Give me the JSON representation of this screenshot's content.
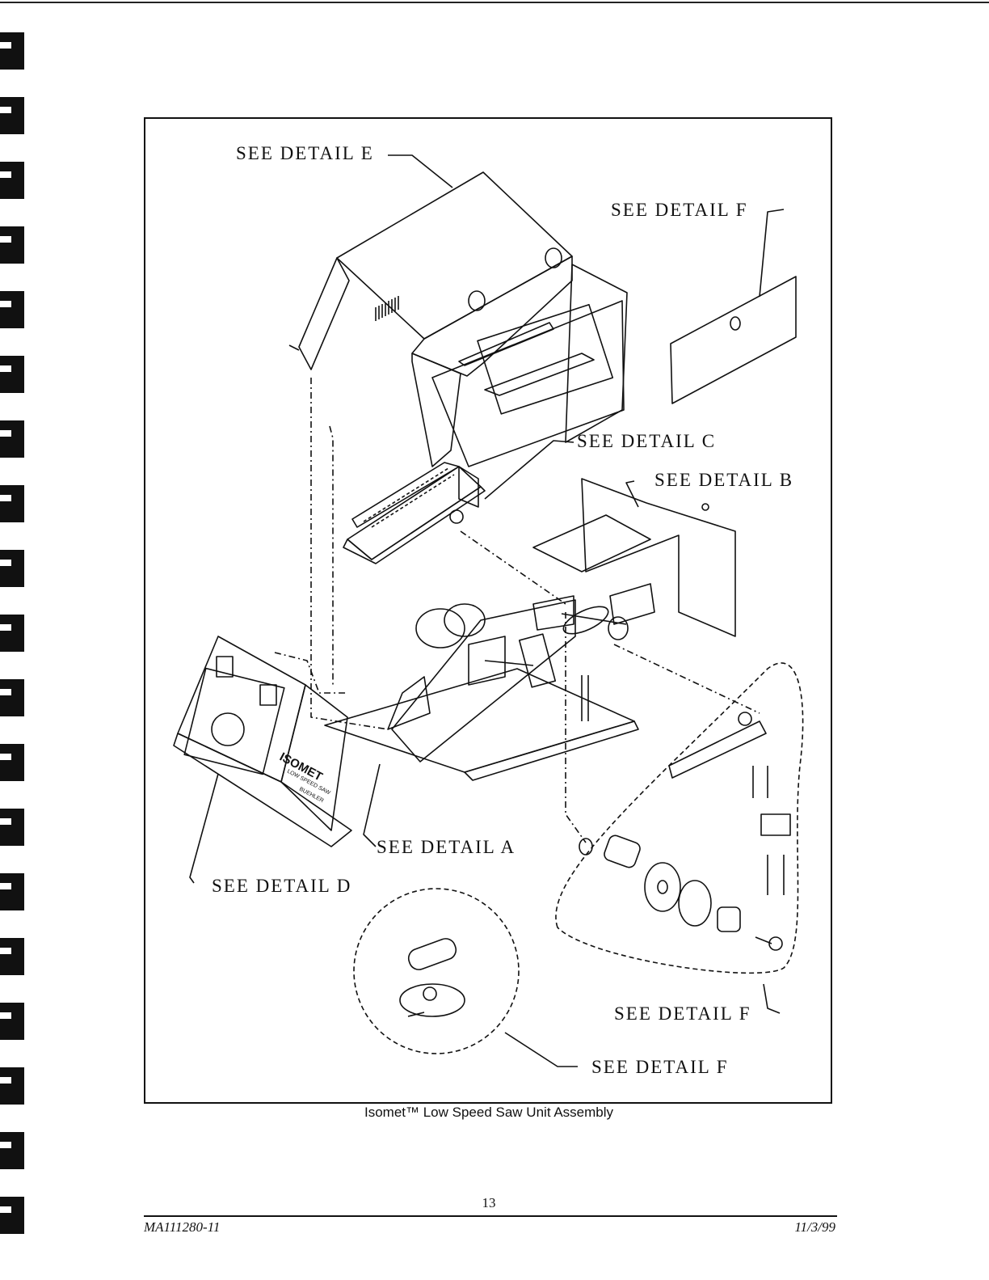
{
  "figure": {
    "callouts": {
      "detail_e": "SEE DETAIL E",
      "detail_f_top": "SEE DETAIL F",
      "detail_c": "SEE DETAIL C",
      "detail_b": "SEE DETAIL B",
      "detail_a": "SEE DETAIL A",
      "detail_d": "SEE DETAIL D",
      "detail_f_right": "SEE DETAIL F",
      "detail_f_bottom": "SEE DETAIL F"
    },
    "panel_text": {
      "brand": "ISOMET",
      "model": "LOW SPEED SAW",
      "maker": "BUEHLER"
    },
    "caption": "Isomet™ Low Speed Saw Unit Assembly"
  },
  "footer": {
    "page_number": "13",
    "doc_id": "MA111280-11",
    "date": "11/3/99"
  }
}
